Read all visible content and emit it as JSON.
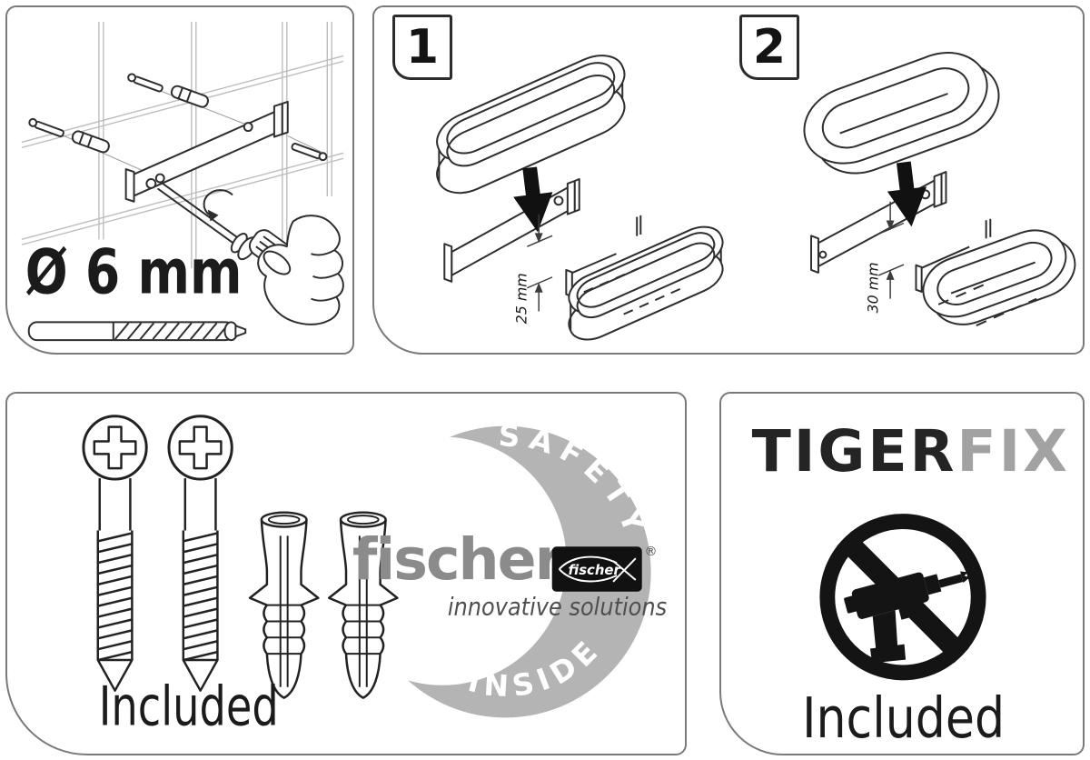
{
  "sheet": {
    "drill_panel": {
      "diameter_label": "Ø 6 mm"
    },
    "steps_panel": {
      "step1": {
        "number": "1",
        "depth_label": "25 mm"
      },
      "step2": {
        "number": "2",
        "depth_label": "30 mm"
      }
    },
    "fixings_panel": {
      "included_label": "Included",
      "fischer_logo": {
        "arc_top": "SAFETY",
        "arc_bottom": "INSIDE",
        "wordmark": "fischer",
        "fish_wordmark": "fischer",
        "registered_mark": "®",
        "tagline": "innovative solutions"
      }
    },
    "tigerfix_panel": {
      "brand_primary": "TIGER",
      "brand_secondary": "FIX",
      "included_label": "Included"
    },
    "colors": {
      "panel_border": "#7a7a7a",
      "line_art": "#2e2e2e",
      "tile_line": "#bdbdbd",
      "arrow_black": "#111111",
      "step_box_border": "#2b2b2b",
      "crescent_gray": "#b4b4b4",
      "fischer_wordmark_gray": "#8b8b8b",
      "fischer_tagline_gray": "#4f4f4f",
      "fish_box_black": "#111111",
      "tigerfix_black": "#242424",
      "tigerfix_gray": "#a2a2a2",
      "text_black": "#1b1b1b"
    }
  }
}
